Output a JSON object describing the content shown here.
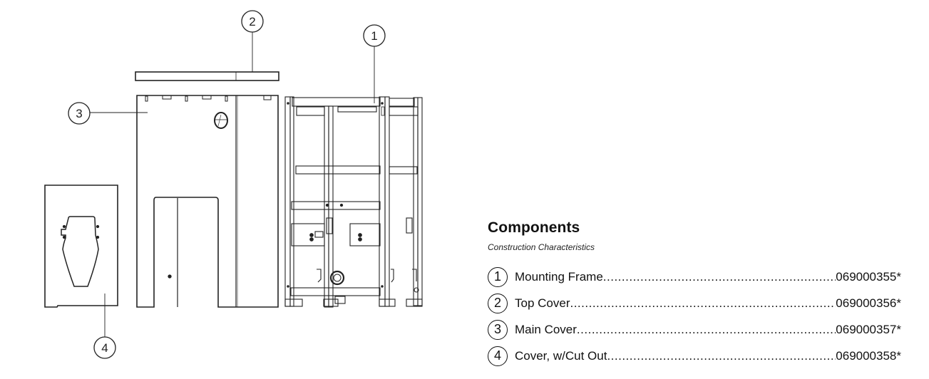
{
  "diagram": {
    "callouts": [
      {
        "number": "1",
        "label": "Mounting Frame"
      },
      {
        "number": "2",
        "label": "Top Cover"
      },
      {
        "number": "3",
        "label": "Main Cover"
      },
      {
        "number": "4",
        "label": "Cover, w/Cut Out"
      }
    ]
  },
  "components": {
    "title": "Components",
    "subtitle": "Construction Characteristics",
    "items": [
      {
        "number": "1",
        "name": "Mounting Frame",
        "part_number": "069000355*"
      },
      {
        "number": "2",
        "name": "Top Cover",
        "part_number": "069000356*"
      },
      {
        "number": "3",
        "name": "Main Cover",
        "part_number": "069000357*"
      },
      {
        "number": "4",
        "name": "Cover, w/Cut Out",
        "part_number": "069000358*"
      }
    ]
  }
}
